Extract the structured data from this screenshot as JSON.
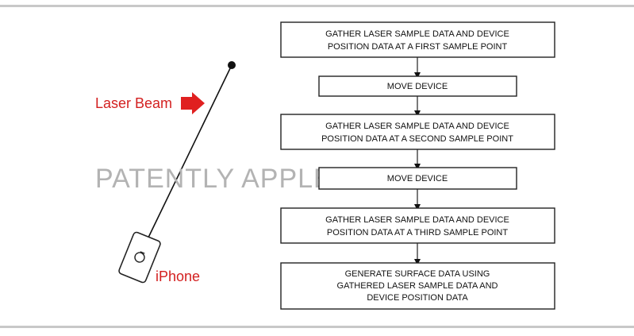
{
  "diagram": {
    "laser_label": "Laser Beam",
    "device_label": "iPhone",
    "watermark": "PATENTLY APPLE",
    "steps": [
      {
        "lines": [
          "GATHER LASER SAMPLE DATA AND DEVICE",
          "POSITION DATA AT A FIRST SAMPLE POINT"
        ]
      },
      {
        "lines": [
          "MOVE DEVICE"
        ]
      },
      {
        "lines": [
          "GATHER LASER SAMPLE DATA AND DEVICE",
          "POSITION DATA AT A SECOND SAMPLE POINT"
        ]
      },
      {
        "lines": [
          "MOVE DEVICE"
        ]
      },
      {
        "lines": [
          "GATHER LASER SAMPLE DATA AND DEVICE",
          "POSITION DATA AT A THIRD SAMPLE POINT"
        ]
      },
      {
        "lines": [
          "GENERATE SURFACE DATA USING",
          "GATHERED LASER SAMPLE DATA AND",
          "DEVICE POSITION DATA"
        ]
      }
    ],
    "colors": {
      "accent_red": "#d32020",
      "watermark_gray": "#b3b3b3",
      "rule_gray": "#c8c8c8"
    }
  }
}
